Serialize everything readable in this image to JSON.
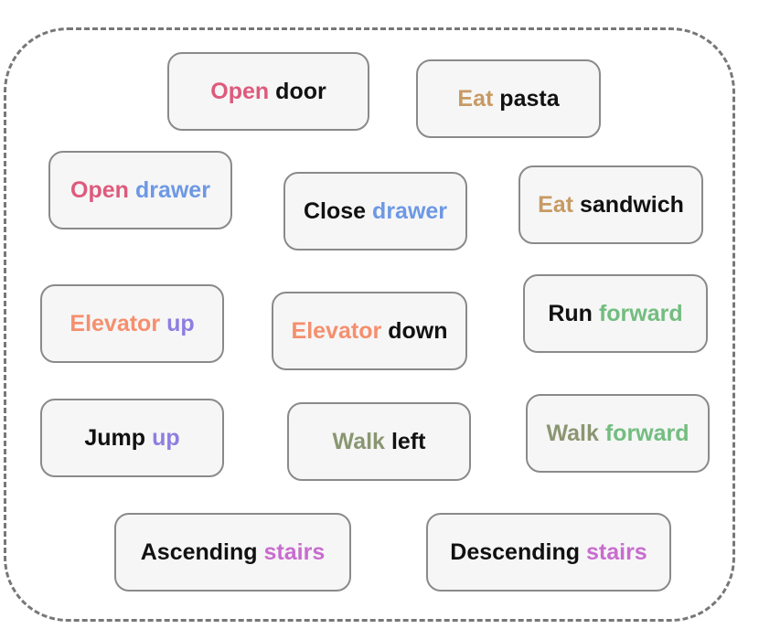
{
  "colors": {
    "open": "#de5a7c",
    "eat": "#c79a64",
    "drawer": "#6d98e4",
    "elevator": "#f58f6e",
    "up": "#8d7ee0",
    "forward": "#72bd7f",
    "walk": "#8a9671",
    "stairs": "#c86ccf",
    "plain": "#111111"
  },
  "actions": [
    {
      "id": "open-door",
      "verb": "Open",
      "verb_color": "open",
      "obj": "door",
      "obj_color": "plain"
    },
    {
      "id": "eat-pasta",
      "verb": "Eat",
      "verb_color": "eat",
      "obj": "pasta",
      "obj_color": "plain"
    },
    {
      "id": "open-drawer",
      "verb": "Open",
      "verb_color": "open",
      "obj": "drawer",
      "obj_color": "drawer"
    },
    {
      "id": "close-drawer",
      "verb": "Close",
      "verb_color": "plain",
      "obj": "drawer",
      "obj_color": "drawer"
    },
    {
      "id": "eat-sandwich",
      "verb": "Eat",
      "verb_color": "eat",
      "obj": "sandwich",
      "obj_color": "plain"
    },
    {
      "id": "elevator-up",
      "verb": "Elevator",
      "verb_color": "elevator",
      "obj": "up",
      "obj_color": "up"
    },
    {
      "id": "elevator-down",
      "verb": "Elevator",
      "verb_color": "elevator",
      "obj": "down",
      "obj_color": "plain"
    },
    {
      "id": "run-forward",
      "verb": "Run",
      "verb_color": "plain",
      "obj": "forward",
      "obj_color": "forward"
    },
    {
      "id": "jump-up",
      "verb": "Jump",
      "verb_color": "plain",
      "obj": "up",
      "obj_color": "up"
    },
    {
      "id": "walk-left",
      "verb": "Walk",
      "verb_color": "walk",
      "obj": "left",
      "obj_color": "plain"
    },
    {
      "id": "walk-forward",
      "verb": "Walk",
      "verb_color": "walk",
      "obj": "forward",
      "obj_color": "forward"
    },
    {
      "id": "ascending-stairs",
      "verb": "Ascending",
      "verb_color": "plain",
      "obj": "stairs",
      "obj_color": "stairs"
    },
    {
      "id": "descending-stairs",
      "verb": "Descending",
      "verb_color": "plain",
      "obj": "stairs",
      "obj_color": "stairs"
    }
  ]
}
